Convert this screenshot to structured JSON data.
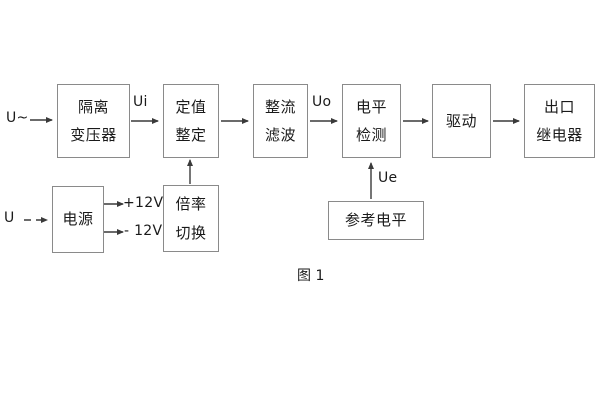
{
  "figure": {
    "caption": "图 1",
    "background_color": "#ffffff",
    "box_border_color": "#8a8a8a",
    "line_color": "#3a3a3a",
    "text_color": "#1a1a1a"
  },
  "blocks": {
    "isolation_transformer": {
      "line1": "隔离",
      "line2": "变压器"
    },
    "setting_value": {
      "line1": "定值",
      "line2": "整定"
    },
    "rectify_filter": {
      "line1": "整流",
      "line2": "滤波"
    },
    "level_detect": {
      "line1": "电平",
      "line2": "检测"
    },
    "drive": {
      "line1": "驱动",
      "line2": ""
    },
    "output_relay": {
      "line1": "出口",
      "line2": "继电器"
    },
    "power_supply": {
      "line1": "电源",
      "line2": ""
    },
    "multiplier_switch": {
      "line1": "倍率",
      "line2": "切换"
    },
    "reference_level": {
      "line1": "参考电平",
      "line2": ""
    }
  },
  "signals": {
    "ac_input": "U~",
    "dc_input": "U",
    "ui": "Ui",
    "uo": "Uo",
    "ue": "Ue",
    "plus_12v": "+12V",
    "minus_12v": "- 12V"
  }
}
